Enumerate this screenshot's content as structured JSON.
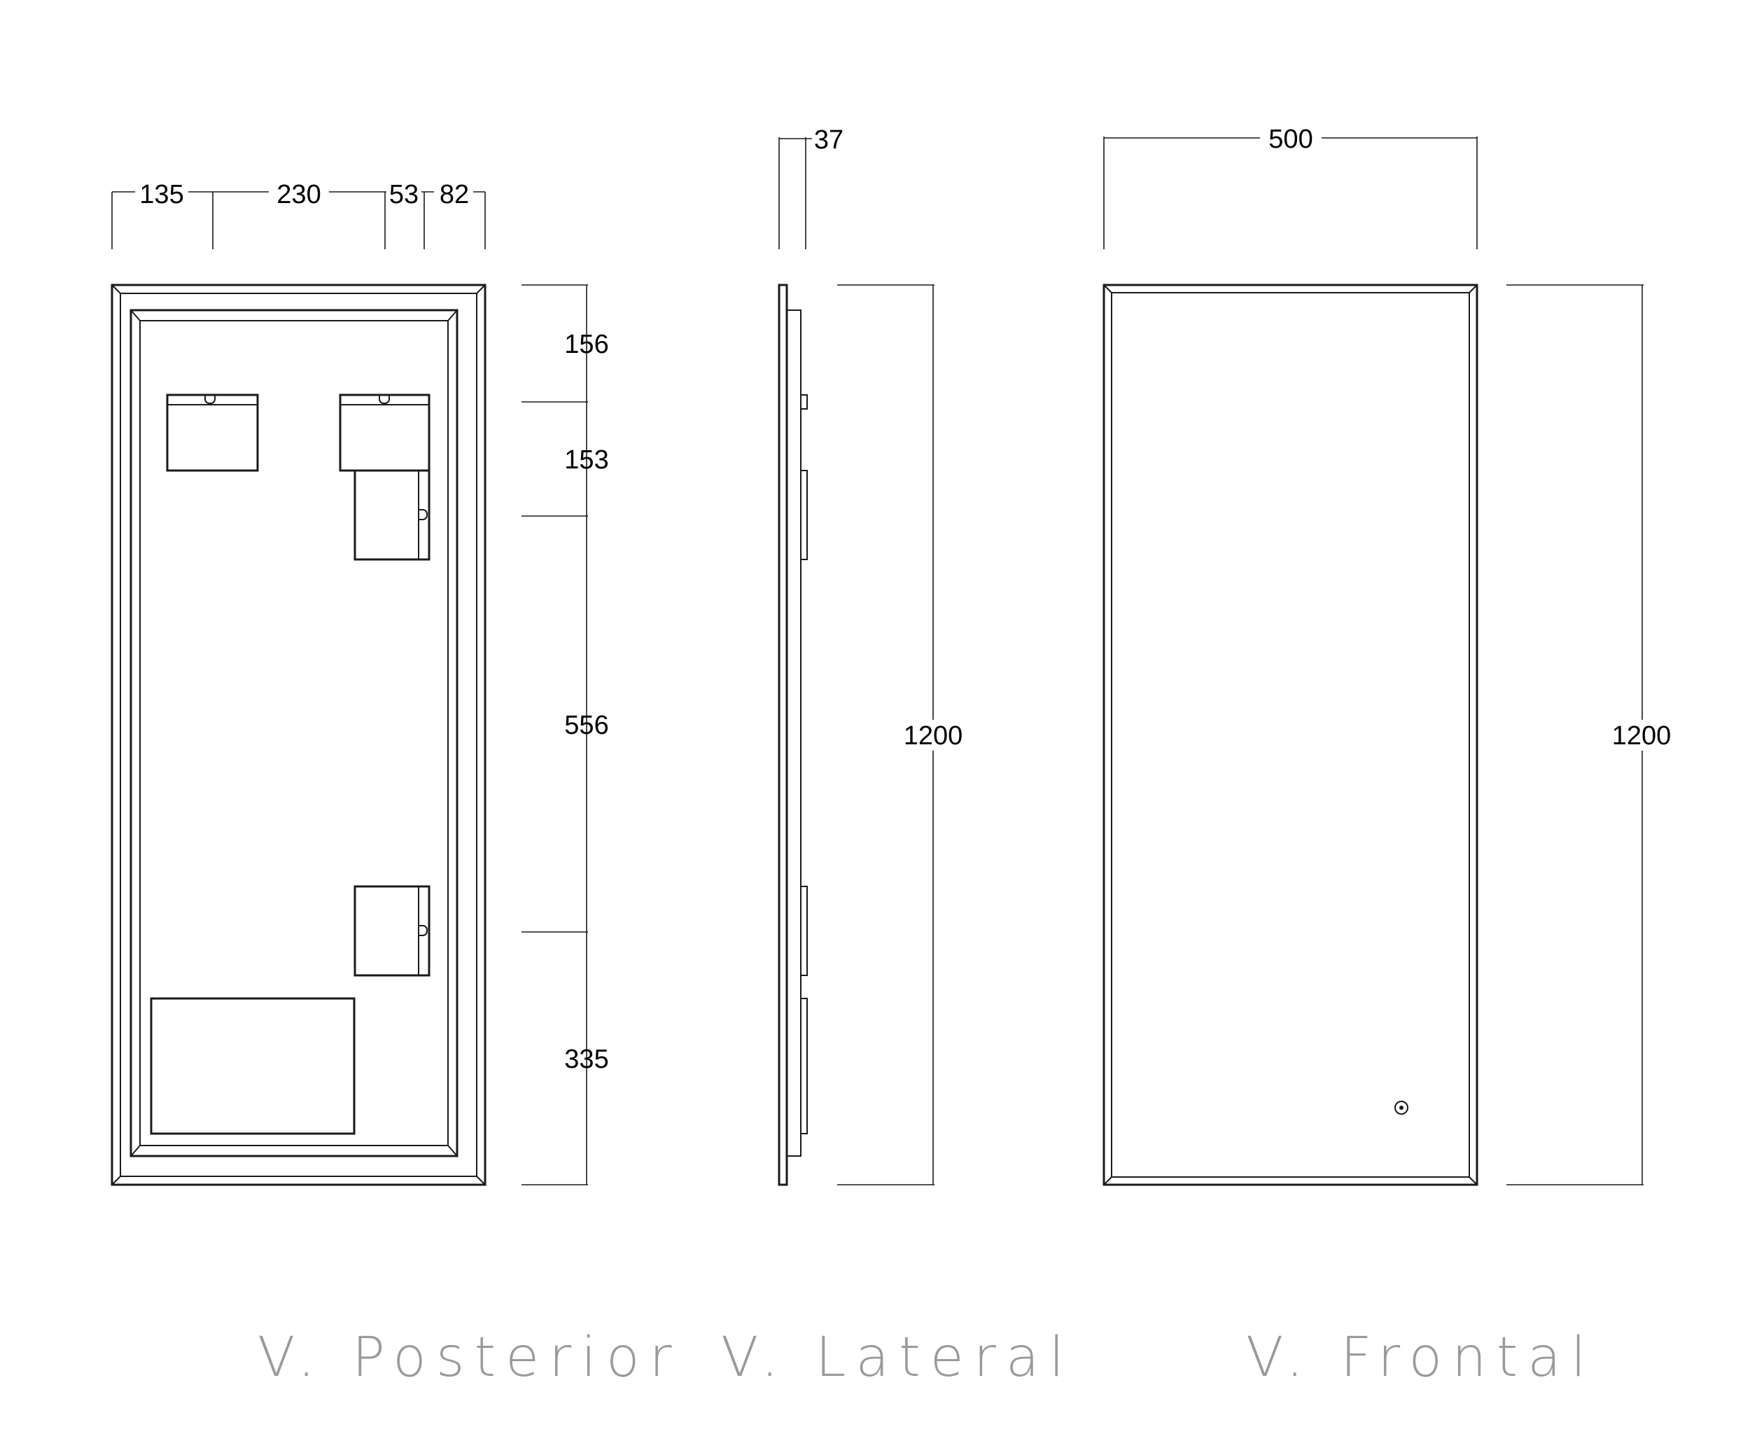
{
  "posterior": {
    "label": "V. Posterior",
    "widths": [
      "135",
      "230",
      "53",
      "82"
    ],
    "heights": [
      "156",
      "153",
      "556",
      "335"
    ]
  },
  "lateral": {
    "label": "V. Lateral",
    "depth": "37",
    "height": "1200"
  },
  "frontal": {
    "label": "V. Frontal",
    "width": "500",
    "height": "1200"
  }
}
